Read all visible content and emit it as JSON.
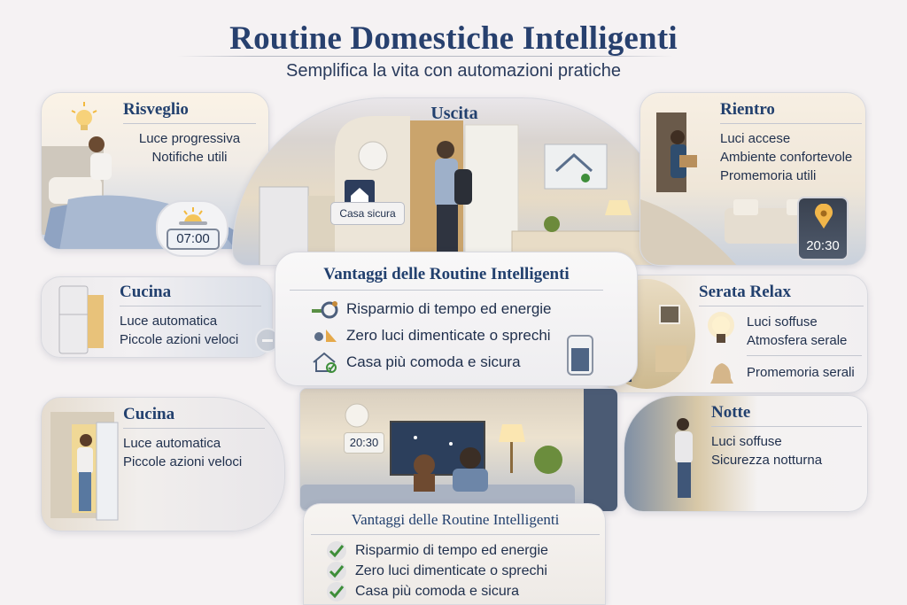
{
  "header": {
    "title": "Routine Domestiche Intelligenti",
    "subtitle": "Semplifica la vita con automazioni pratiche"
  },
  "cards": {
    "risveglio": {
      "title": "Risveglio",
      "lines": [
        "Luce progressiva",
        "Notifiche utili"
      ],
      "badge_time": "07:00",
      "icons": [
        "light-bulb-icon",
        "sunrise-icon",
        "alarm-clock-icon"
      ]
    },
    "uscita": {
      "title": "Uscita",
      "badge_label": "Casa sicura",
      "icons": [
        "home-icon",
        "home-check-icon",
        "wall-clock-icon"
      ]
    },
    "rientro": {
      "title": "Rientro",
      "lines": [
        "Luci accese",
        "Ambiente confortevole",
        "Promemoria utili"
      ],
      "badge_time": "20:30",
      "icons": [
        "location-pin-icon"
      ]
    },
    "cucina_1": {
      "title": "Cucina",
      "lines": [
        "Luce automatica",
        "Piccole azioni veloci"
      ],
      "icons": [
        "fridge-icon",
        "minus-icon"
      ]
    },
    "serata_relax": {
      "title": "Serata Relax",
      "lines": [
        "Luci soffuse",
        "Atmosfera serale",
        "Promemoria serali"
      ],
      "icons": [
        "light-bulb-icon",
        "bell-icon"
      ]
    },
    "cucina_2": {
      "title": "Cucina",
      "lines": [
        "Luce automatica",
        "Piccole azioni veloci"
      ]
    },
    "living": {
      "badge_time": "20:30",
      "icons": [
        "wall-clock-icon",
        "tv-icon",
        "lamp-icon"
      ]
    },
    "notte": {
      "title": "Notte",
      "lines": [
        "Luci soffuse",
        "Sicurezza notturna"
      ]
    }
  },
  "benefits_center": {
    "title": "Vantaggi delle Routine Intelligenti",
    "items": [
      {
        "icon": "timer-plug-icon",
        "label": "Risparmio di tempo ed energie"
      },
      {
        "icon": "light-off-icon",
        "label": "Zero luci dimenticate o sprechi"
      },
      {
        "icon": "home-check-icon",
        "label": "Casa più comoda e sicura"
      }
    ]
  },
  "benefits_bottom": {
    "title": "Vantaggi delle Routine Intelligenti",
    "items": [
      {
        "icon": "check-icon",
        "label": "Risparmio di tempo ed energie"
      },
      {
        "icon": "check-icon",
        "label": "Zero luci dimenticate o sprechi"
      },
      {
        "icon": "check-icon",
        "label": "Casa più comoda e sicura"
      }
    ]
  },
  "colors": {
    "title": "#27406e",
    "background": "#f5f2f3",
    "check": "#3e8e3a",
    "warm_light": "#f3c463"
  }
}
